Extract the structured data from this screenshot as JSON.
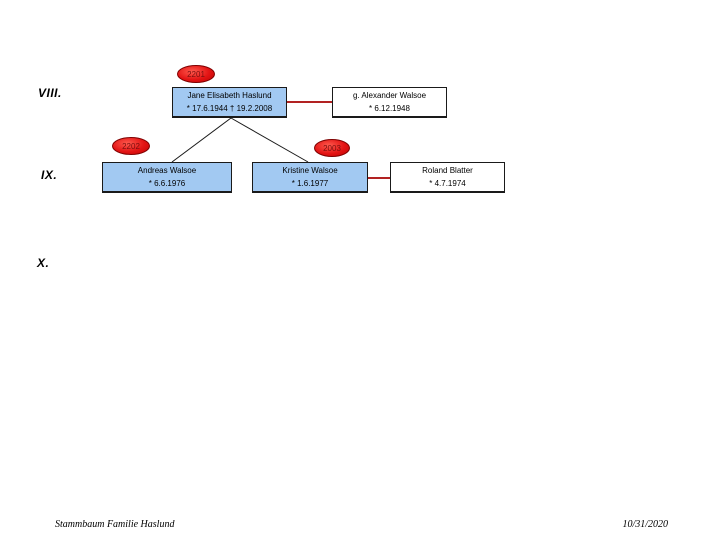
{
  "diagram_type": "family-tree",
  "generation_labels": {
    "viii": "VIII.",
    "ix": "IX.",
    "x": "X."
  },
  "badges": {
    "jane": "2201",
    "andreas": "2202",
    "kristine": "2003"
  },
  "persons": {
    "jane": {
      "name": "Jane Elisabeth Haslund",
      "dates": "* 17.6.1944 † 19.2.2008"
    },
    "alexander": {
      "name": "g. Alexander Walsoe",
      "dates": "* 6.12.1948"
    },
    "andreas": {
      "name": "Andreas Walsoe",
      "dates": "* 6.6.1976"
    },
    "kristine": {
      "name": "Kristine Walsoe",
      "dates": "* 1.6.1977"
    },
    "roland": {
      "name": "Roland Blatter",
      "dates": "* 4.7.1974"
    }
  },
  "footer": {
    "document_title": "Stammbaum Familie Haslund",
    "date": "10/31/2020"
  },
  "colors": {
    "person_box_fill": "#a2c9f2",
    "spouse_box_fill": "#ffffff",
    "badge_fill": "#e31414",
    "badge_border": "#7f0000",
    "marriage_line": "#b22222",
    "descent_line": "#1a1a1a"
  }
}
